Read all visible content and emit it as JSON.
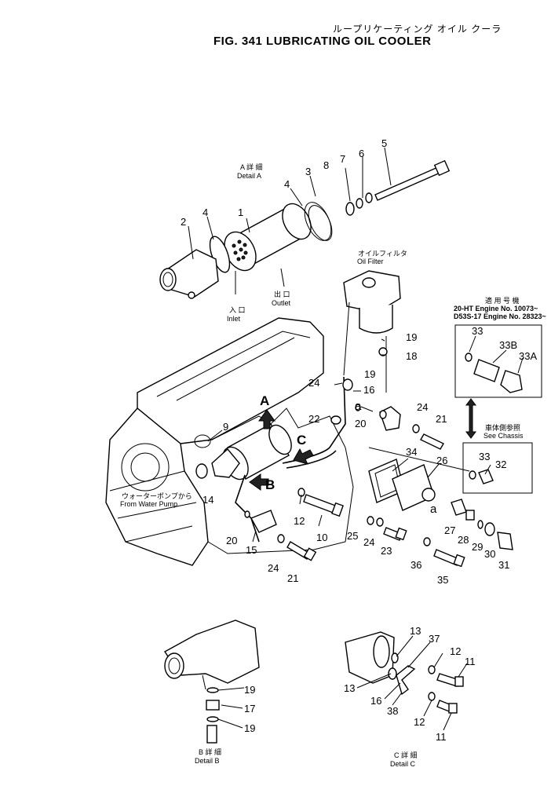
{
  "header": {
    "title_jp": "ループリケーティング オイル クーラ",
    "title_en": "FIG. 341  LUBRICATING  OIL  COOLER"
  },
  "labels": {
    "detail_a_jp": "A 詳 細",
    "detail_a": "Detail  A",
    "inlet_jp": "入 口",
    "inlet": "Inlet",
    "outlet_jp": "出 口",
    "outlet": "Outlet",
    "oil_filter_jp": "オイルフィルタ",
    "oil_filter": "Oil    Filter",
    "applicable_jp": "適 用 号 機",
    "applicable_line1": "20-HT    Engine No. 10073~",
    "applicable_line2": "D53S-17  Engine No. 28323~",
    "see_chassis_jp": "車体側参照",
    "see_chassis": "See Chassis",
    "from_pump_jp": "ウォーターポンプから",
    "from_pump": "From Water Pump",
    "detail_b_jp": "B 詳 細",
    "detail_b": "Detail  B",
    "detail_c_jp": "C 詳 細",
    "detail_c": "Detail  C",
    "view_a": "A",
    "view_b": "B",
    "view_c": "C",
    "conn_a1": "a",
    "conn_a2": "a"
  },
  "callouts": [
    "1",
    "2",
    "3",
    "4",
    "4",
    "5",
    "6",
    "7",
    "8",
    "9",
    "10",
    "12",
    "14",
    "15",
    "16",
    "18",
    "19",
    "19",
    "20",
    "20",
    "21",
    "21",
    "22",
    "23",
    "24",
    "24",
    "24",
    "24",
    "25",
    "26",
    "27",
    "28",
    "29",
    "30",
    "31",
    "32",
    "33",
    "33",
    "33B",
    "33A",
    "34",
    "35",
    "36",
    "19",
    "17",
    "19",
    "13",
    "37",
    "12",
    "11",
    "13",
    "16",
    "38",
    "12",
    "11"
  ],
  "icons": {
    "pointer_arrows": "arrow-icon",
    "double_arrow": "double-arrow-icon"
  }
}
